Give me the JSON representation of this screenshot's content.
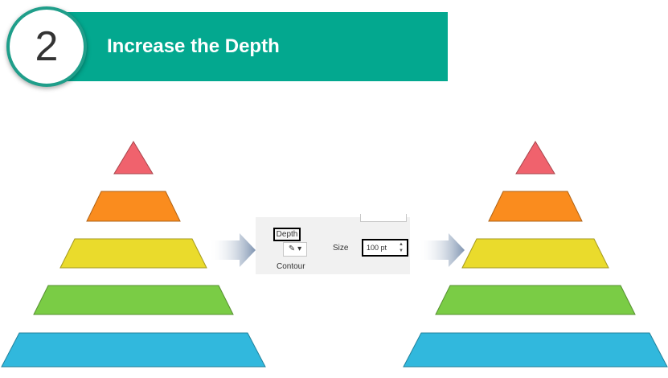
{
  "banner": {
    "step_number": "2",
    "title": "Increase the Depth",
    "color": "#03A88F"
  },
  "panel": {
    "depth_label": "Depth",
    "contour_label": "Contour",
    "size_label": "Size",
    "size_value": "100 pt",
    "color_icon": "fill-color-icon"
  },
  "pyramid_colors": [
    "#F0626D",
    "#FA8C1E",
    "#EADB2C",
    "#7ACC45",
    "#31B8DD"
  ],
  "arrow_color": "#8FA2BC"
}
